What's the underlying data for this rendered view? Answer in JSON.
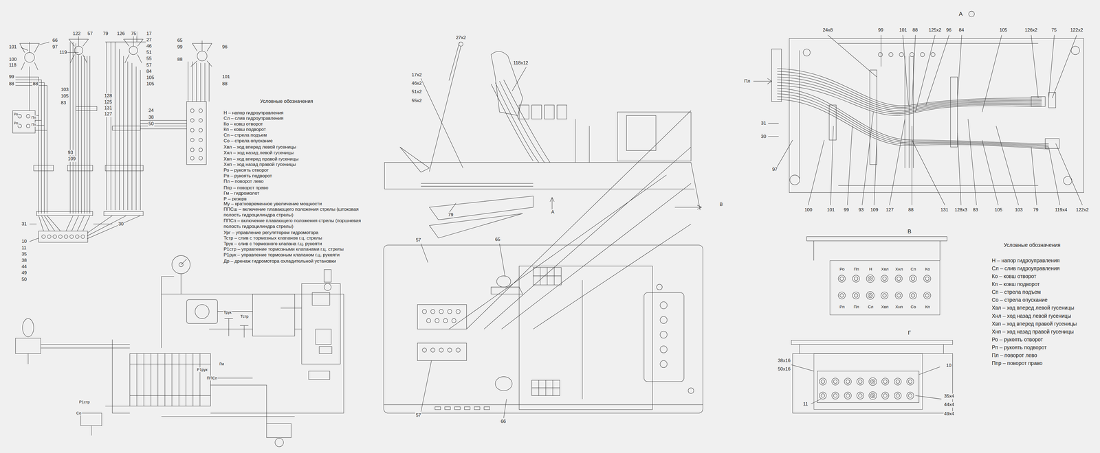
{
  "diagram": {
    "nodes": [
      {
        "text": [
          "В",
          "Ро",
          "Пп",
          "Н",
          "Хвл",
          "Хнл",
          "Сп",
          "Ко",
          "Рп",
          "Пл",
          "Сл",
          "Хвп",
          "Хнп",
          "Со",
          "Кп"
        ]
      },
      {
        "text": [
          "Г"
        ]
      }
    ],
    "labels": [
      "101",
      "66",
      "97",
      "100",
      "118",
      "99",
      "88",
      "119",
      "88",
      "122",
      "57",
      "79",
      "126",
      "75",
      "17",
      "27",
      "46",
      "51",
      "55",
      "57",
      "84",
      "105",
      "105",
      "103",
      "105",
      "83",
      "65",
      "99",
      "88",
      "96",
      "101",
      "88",
      "128",
      "125",
      "131",
      "127",
      "24",
      "38",
      "50",
      "93",
      "109",
      "31",
      "30",
      "10",
      "11",
      "35",
      "38",
      "44",
      "49",
      "50",
      "Ро",
      "Рп",
      "Пл",
      "Пп",
      "Тстр",
      "Трук",
      "Р1стр",
      "Со",
      "Р1рук",
      "Гм",
      "ППСп",
      "Условные обозначения",
      "Н – напор гидроуправления",
      "Сл – слив гидроуправления",
      "Ко – ковш отворот",
      "Кп – ковш подворот",
      "Сп – стрела подъем",
      "Со – стрела опускание",
      "Хвл – ход вперед левой гусеницы",
      "Хнл – ход назад левой гусеницы",
      "Хвп – ход вперед правой гусеницы",
      "Хнп – ход назад правой гусеницы",
      "Ро – рукоять отворот",
      "Рп – рукоять подворот",
      "Пл – поворот лево",
      "Ппр – поворот право",
      "Гм – гидромолот",
      "Р – резерв",
      "Му – кратковременное увеличение мощности",
      "ППСш – включение плавающего положения стрелы (штоковая полость гидроцилиндра стрелы)",
      "ППСп – включение плавающего положения стрелы (поршневая полость гидроцилиндра стрелы)",
      "Ург – управление регулятором гидромотора",
      "Тстр – слив с тормозных клапанов г.ц. стрелы",
      "Трук – слив с тормозного клапана г.ц. рукояти",
      "Р1стр – управление тормозными клапанами г.ц. стрелы",
      "Р1рук – управление тормозным клапаном г.ц. рукояти",
      "Др – дренаж гидромотора охладительной установки",
      "27x2",
      "17x2",
      "46x2",
      "51x2",
      "55x2",
      "118x12",
      "79",
      "57",
      "65",
      "57",
      "66",
      "А",
      "В",
      "А",
      "24x8",
      "99",
      "101",
      "88",
      "125x2",
      "96",
      "84",
      "105",
      "126x2",
      "75",
      "122x2",
      "Пл",
      "31",
      "30",
      "97",
      "100",
      "101",
      "99",
      "93",
      "109",
      "127",
      "88",
      "131",
      "128x3",
      "83",
      "105",
      "103",
      "79",
      "119x4",
      "122x2",
      "Условные обозначения",
      "Н – напор гидроуправления",
      "Сл – слив гидроуправления",
      "Ко – ковш отворот",
      "Кп – ковш подворот",
      "Сп – стрела подъем",
      "Со – стрела опускание",
      "Хвл – ход вперед левой гусеницы",
      "Хнл – ход назад левой гусеницы",
      "Хвп – ход вперед правой гусеницы",
      "Хнп – ход назад правой гусеницы",
      "Ро – рукоять отворот",
      "Рп – рукоять подворот",
      "Пл – поворот лево",
      "Ппр – поворот право",
      "38x16",
      "50x16",
      "10",
      "11",
      "35x4",
      "44x4",
      "49x4"
    ]
  }
}
